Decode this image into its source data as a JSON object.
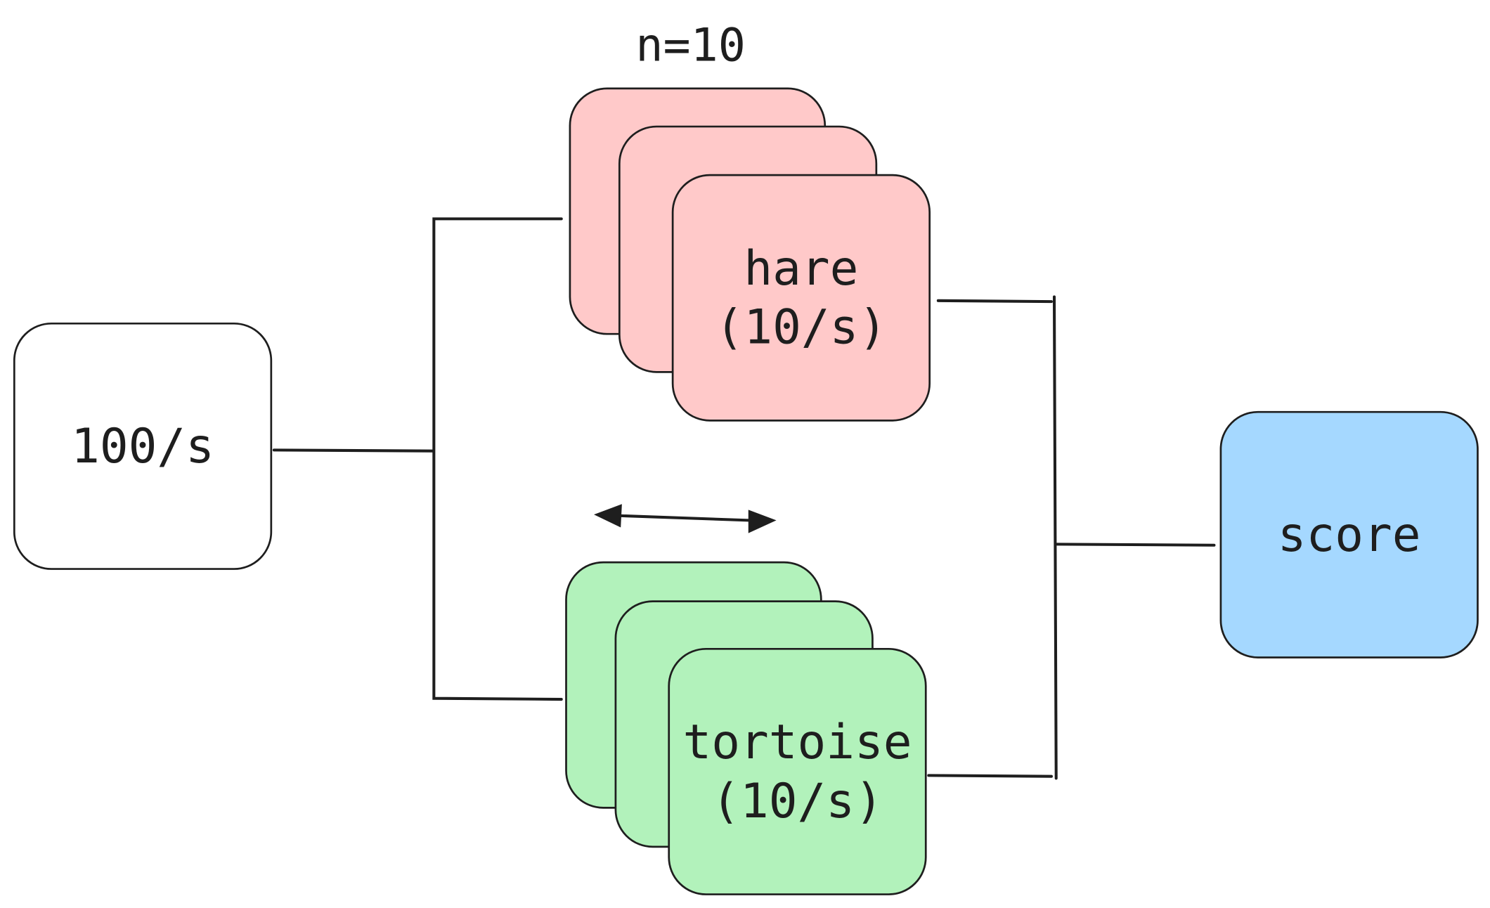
{
  "diagram": {
    "source": {
      "label": "100/s"
    },
    "hare": {
      "line1": "hare",
      "line2": "(10/s)"
    },
    "tortoise": {
      "line1": "tortoise",
      "line2": "(10/s)"
    },
    "score": {
      "label": "score"
    },
    "count_label": "n=10"
  },
  "colors": {
    "stroke": "#1e1e1e",
    "source_fill": "#ffffff",
    "hare_fill": "#ffc9c9",
    "tortoise_fill": "#b2f2bb",
    "score_fill": "#a5d8ff"
  },
  "icons": {
    "double_arrow": "double-arrow-icon"
  }
}
